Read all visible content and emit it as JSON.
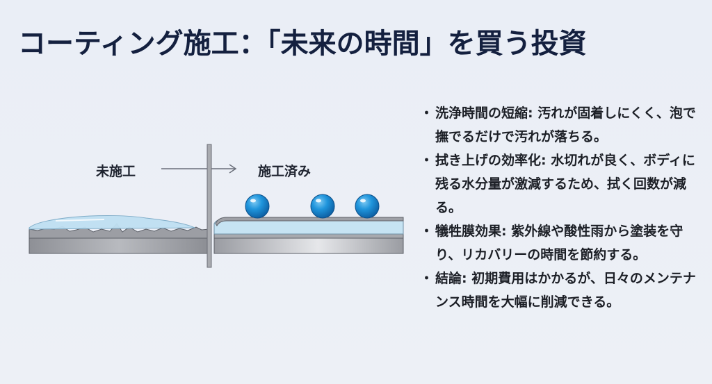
{
  "slide": {
    "title": "コーティング施工：「未来の時間」を買う投資",
    "colors": {
      "background": "#eaeef6",
      "title": "#14203f",
      "water": "#bfe0f2",
      "droplet": "#1e8fd6",
      "substrate": "#9a9ca2"
    }
  },
  "diagram": {
    "label_before": "未施工",
    "label_after": "施工済み",
    "arrow_icon": "arrow-right",
    "divider": "vertical-bar",
    "droplet_count": 3
  },
  "bullets": [
    {
      "marker": "・",
      "text": "洗浄時間の短縮: 汚れが固着しにくく、泡で撫でるだけで汚れが落ちる。"
    },
    {
      "marker": "・",
      "text": "拭き上げの効率化: 水切れが良く、ボディに残る水分量が激減するため、拭く回数が減る。"
    },
    {
      "marker": "・",
      "text": "犠牲膜効果: 紫外線や酸性雨から塗装を守り、リカバリーの時間を節約する。"
    },
    {
      "marker": "・",
      "text": "結論: 初期費用はかかるが、日々のメンテナンス時間を大幅に削減できる。"
    }
  ]
}
